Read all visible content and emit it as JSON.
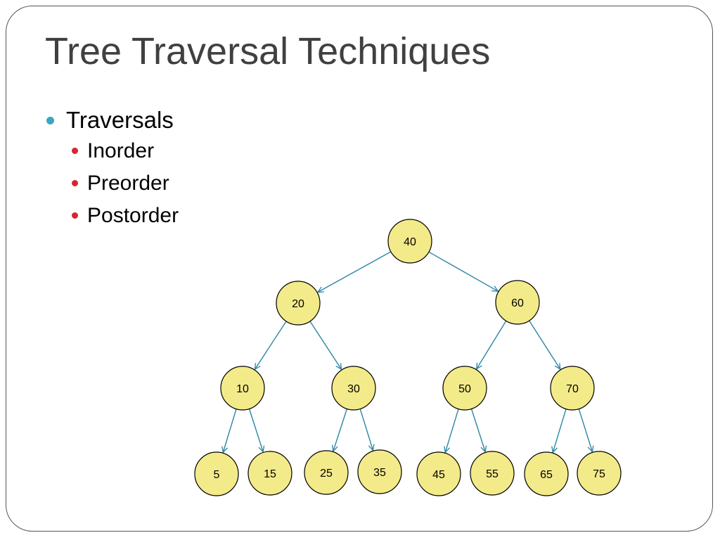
{
  "slide": {
    "title": "Tree Traversal Techniques",
    "bullets": [
      {
        "text": "Traversals",
        "children": [
          "Inorder",
          "Preorder",
          "Postorder"
        ]
      }
    ]
  },
  "colors": {
    "title": "#404040",
    "bullet_level1": "#3aa6c2",
    "bullet_level2": "#d9232e",
    "node_fill": "#f3ea8a",
    "node_stroke": "#000000",
    "edge": "#2b86a4"
  },
  "tree": {
    "nodes": [
      "40",
      "20",
      "60",
      "10",
      "30",
      "50",
      "70",
      "5",
      "15",
      "25",
      "35",
      "45",
      "55",
      "65",
      "75"
    ],
    "edges": [
      [
        "40",
        "20"
      ],
      [
        "40",
        "60"
      ],
      [
        "20",
        "10"
      ],
      [
        "20",
        "30"
      ],
      [
        "60",
        "50"
      ],
      [
        "60",
        "70"
      ],
      [
        "10",
        "5"
      ],
      [
        "10",
        "15"
      ],
      [
        "30",
        "25"
      ],
      [
        "30",
        "35"
      ],
      [
        "50",
        "45"
      ],
      [
        "50",
        "55"
      ],
      [
        "70",
        "65"
      ],
      [
        "70",
        "75"
      ]
    ]
  }
}
